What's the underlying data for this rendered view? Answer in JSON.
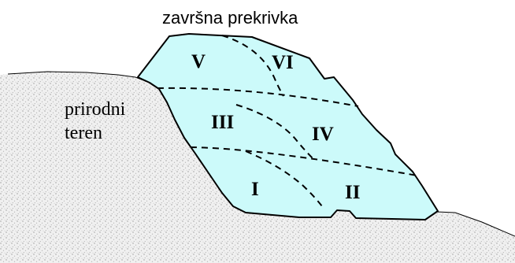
{
  "labels": {
    "top_cover": "završna prekrivka",
    "natural_ground_line1": "prirodni",
    "natural_ground_line2": "teren"
  },
  "zones": [
    "I",
    "II",
    "III",
    "IV",
    "V",
    "VI"
  ],
  "colors": {
    "landfill_fill": "#ccfafa",
    "ground_fill": "#eeeeee",
    "outline": "#000000"
  }
}
